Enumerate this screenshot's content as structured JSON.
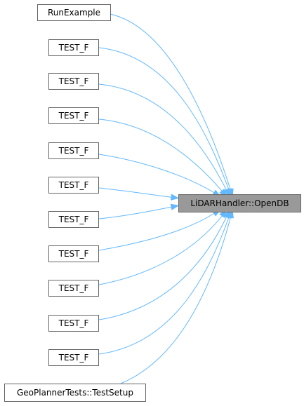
{
  "graph": {
    "target": {
      "label": "LiDARHandler::OpenDB",
      "fill": "#999999"
    },
    "callers": [
      {
        "label": "RunExample"
      },
      {
        "label": "TEST_F"
      },
      {
        "label": "TEST_F"
      },
      {
        "label": "TEST_F"
      },
      {
        "label": "TEST_F"
      },
      {
        "label": "TEST_F"
      },
      {
        "label": "TEST_F"
      },
      {
        "label": "TEST_F"
      },
      {
        "label": "TEST_F"
      },
      {
        "label": "TEST_F"
      },
      {
        "label": "TEST_F"
      },
      {
        "label": "GeoPlannerTests::TestSetup"
      }
    ],
    "edge_color": "#63b8ff",
    "node_border_color": "#666666"
  }
}
